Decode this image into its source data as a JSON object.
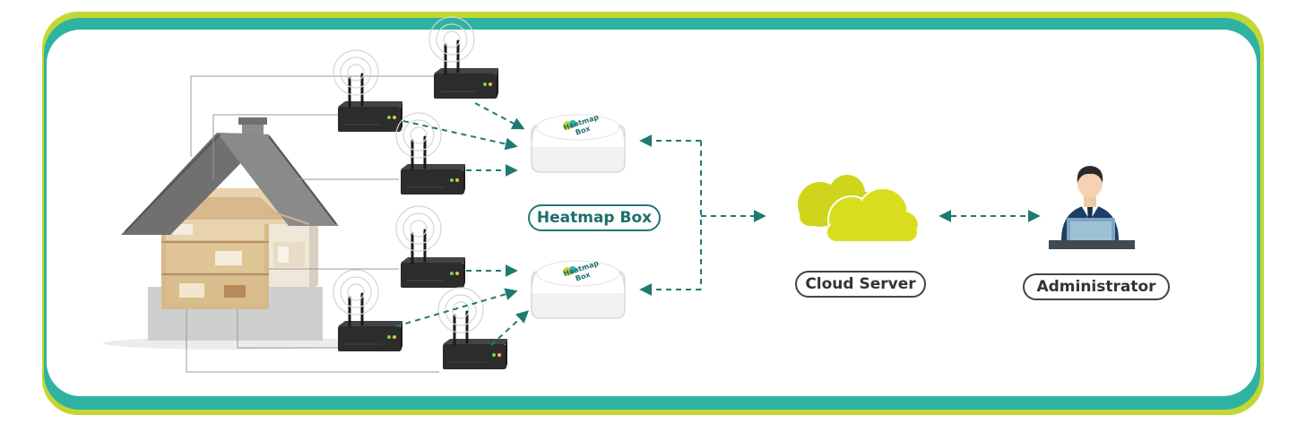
{
  "labels": {
    "heatmap_box": "Heatmap Box",
    "cloud_server": "Cloud Server",
    "administrator": "Administrator"
  },
  "device_print": {
    "line1": "Heatmap",
    "line2": "Box"
  },
  "colors": {
    "frame_lime": "#c4d633",
    "frame_teal": "#2eb3a3",
    "arrow_teal": "#1e7a73",
    "cloud": "#d4db1a",
    "admin_suit": "#1f3e63"
  },
  "icons": {
    "gateway": "router-icon",
    "heatmap_box": "heatmap-box-icon",
    "cloud": "cloud-icon",
    "admin": "administrator-icon",
    "house": "house-cutaway-illustration"
  }
}
